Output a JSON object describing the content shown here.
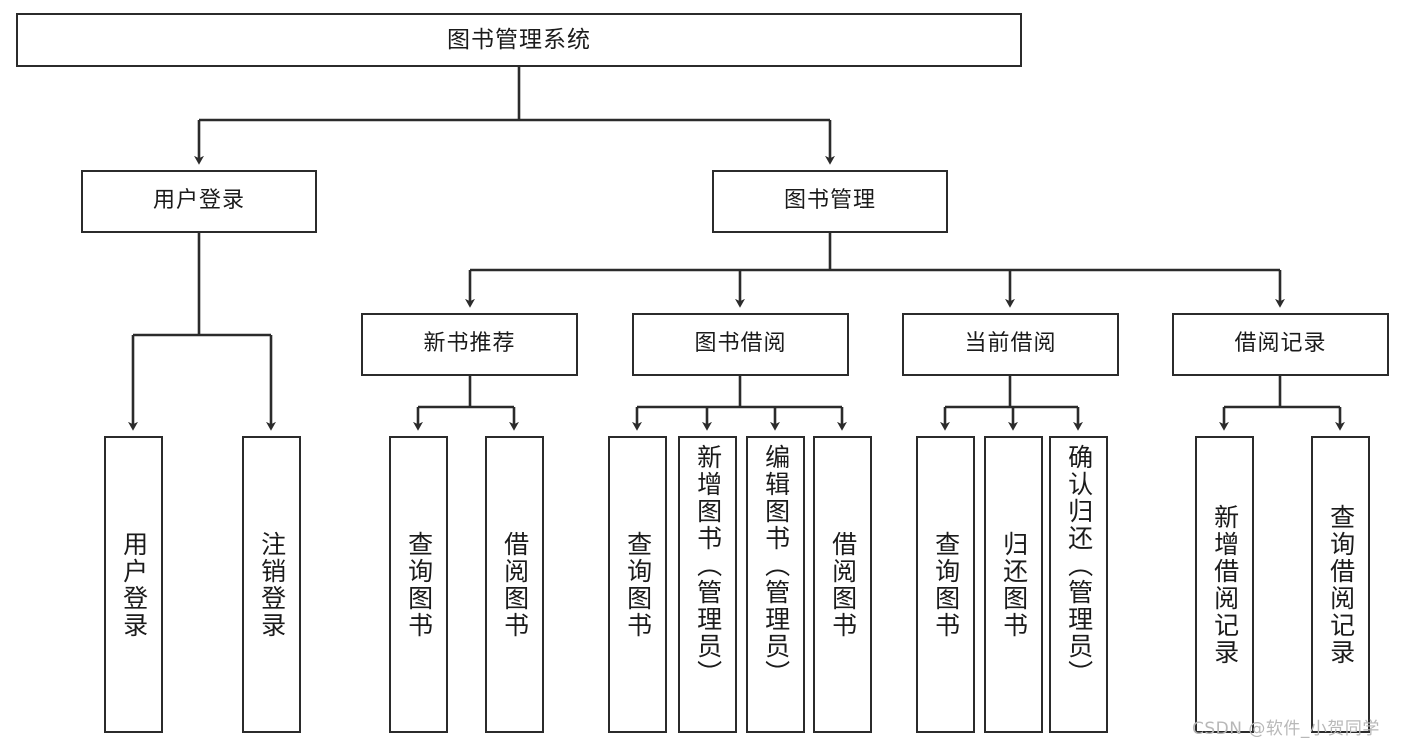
{
  "diagram": {
    "title": "图书管理系统",
    "type": "tree-hierarchy-diagram",
    "watermark": "CSDN @软件_小贺同学",
    "colors": {
      "box_border": "#2b2b2b",
      "box_fill": "#ffffff",
      "edge": "#2b2b2b",
      "text": "#1b1b1b",
      "watermark": "#b8b8b8",
      "background": "#ffffff"
    },
    "nodes": {
      "root": {
        "label": "图书管理系统"
      },
      "level2": [
        {
          "id": "user-login",
          "label": "用户登录"
        },
        {
          "id": "book-manage",
          "label": "图书管理"
        }
      ],
      "level3": [
        {
          "id": "new-book-recommend",
          "label": "新书推荐"
        },
        {
          "id": "book-borrow",
          "label": "图书借阅"
        },
        {
          "id": "current-borrow",
          "label": "当前借阅"
        },
        {
          "id": "borrow-record",
          "label": "借阅记录"
        }
      ],
      "leaves": {
        "user-login": [
          {
            "id": "leaf-user-login",
            "label": "用户登录"
          },
          {
            "id": "leaf-logout",
            "label": "注销登录"
          }
        ],
        "new-book-recommend": [
          {
            "id": "leaf-query-book-1",
            "label": "查询图书"
          },
          {
            "id": "leaf-borrow-book-1",
            "label": "借阅图书"
          }
        ],
        "book-borrow": [
          {
            "id": "leaf-query-book-2",
            "label": "查询图书"
          },
          {
            "id": "leaf-add-book",
            "label": "新增图书（管理员）"
          },
          {
            "id": "leaf-edit-book",
            "label": "编辑图书（管理员）"
          },
          {
            "id": "leaf-borrow-book-2",
            "label": "借阅图书"
          }
        ],
        "current-borrow": [
          {
            "id": "leaf-query-book-3",
            "label": "查询图书"
          },
          {
            "id": "leaf-return-book",
            "label": "归还图书"
          },
          {
            "id": "leaf-confirm-return",
            "label": "确认归还（管理员）"
          }
        ],
        "borrow-record": [
          {
            "id": "leaf-add-record",
            "label": "新增借阅记录"
          },
          {
            "id": "leaf-query-record",
            "label": "查询借阅记录"
          }
        ]
      }
    }
  }
}
